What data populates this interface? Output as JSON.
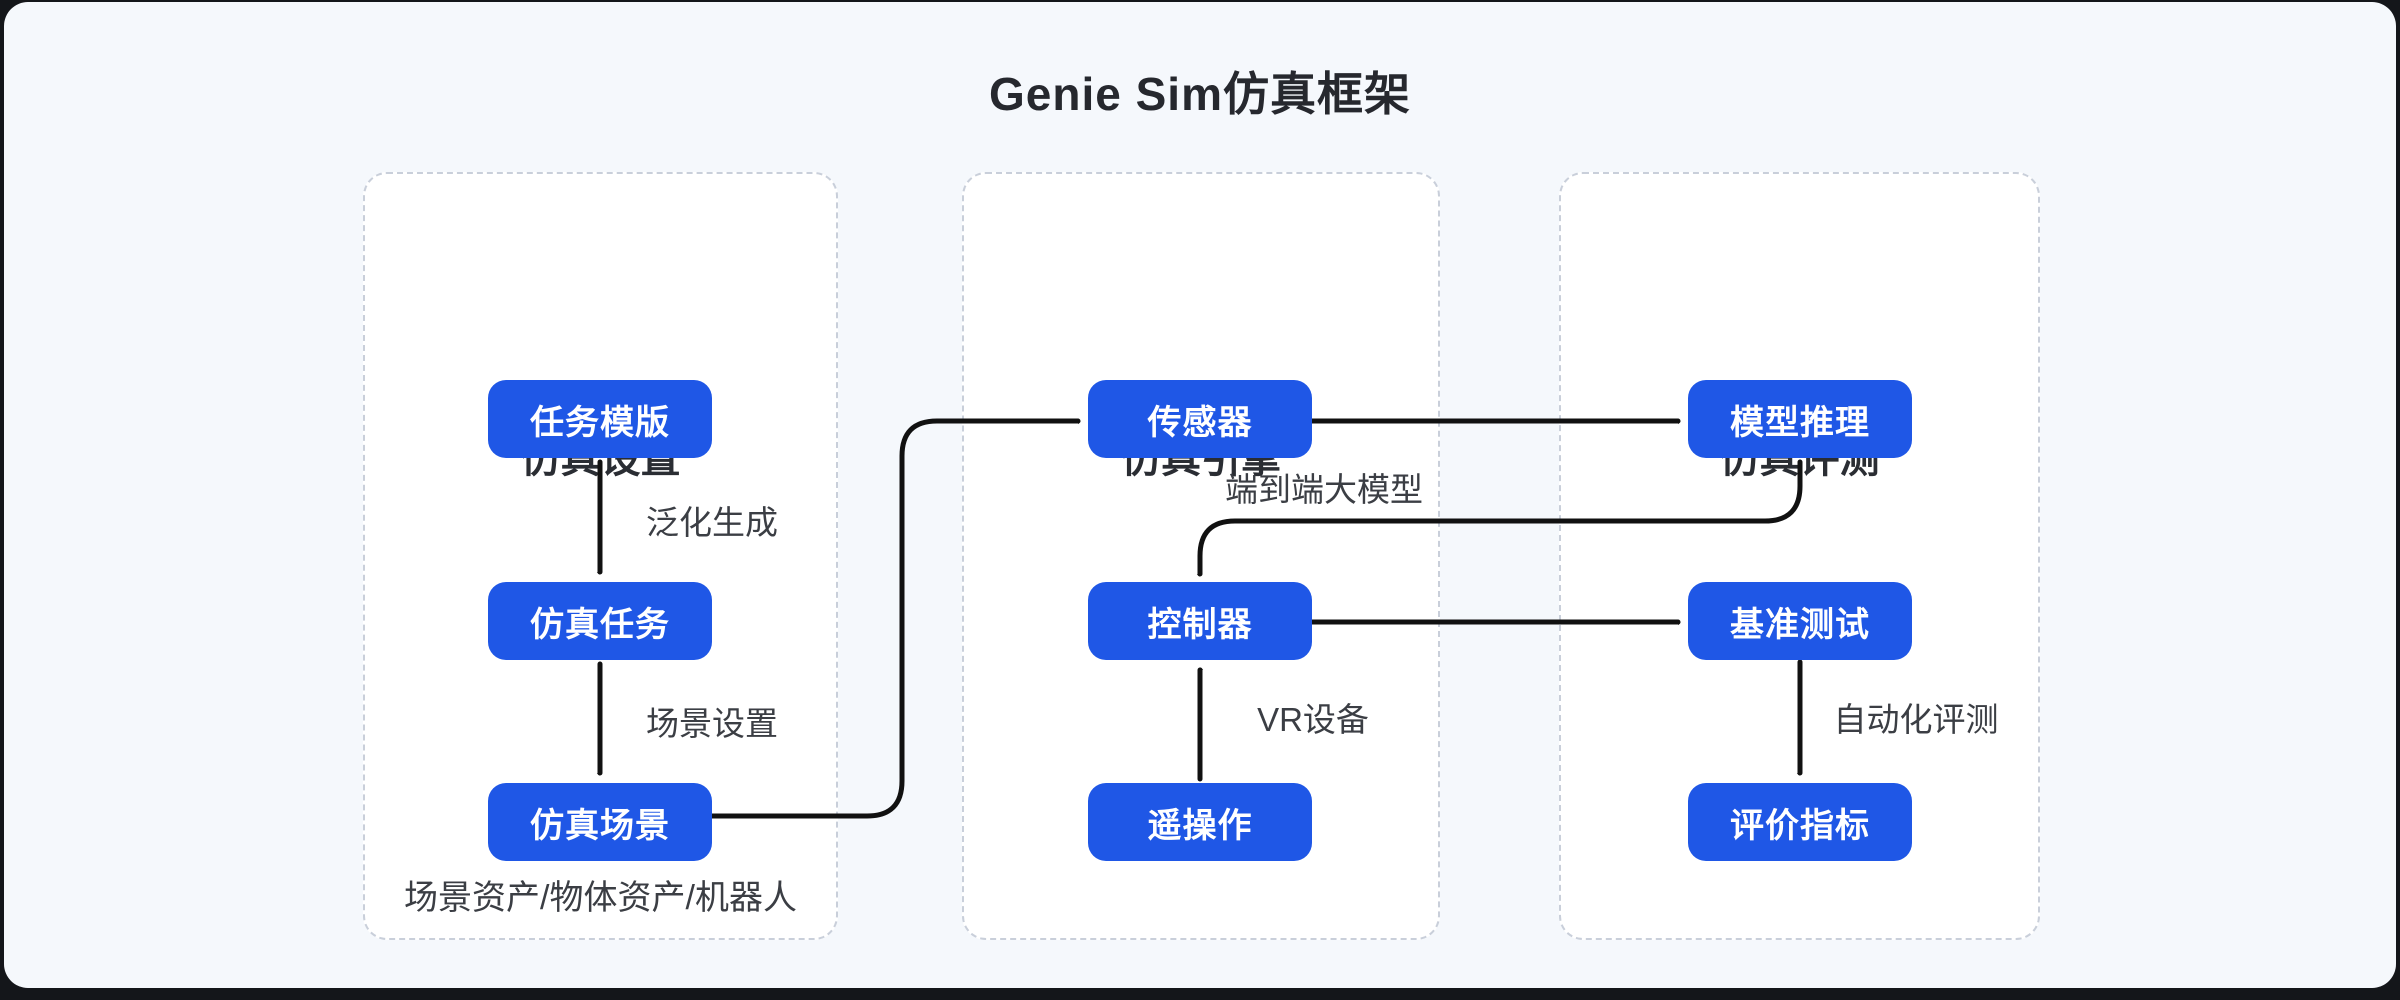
{
  "title": "Genie Sim仿真框架",
  "panels": [
    {
      "header": "仿真设置",
      "boxes": [
        "任务模版",
        "仿真任务",
        "仿真场景"
      ],
      "caption": "场景资产/物体资产/机器人"
    },
    {
      "header": "仿真引擎",
      "boxes": [
        "传感器",
        "控制器",
        "遥操作"
      ]
    },
    {
      "header": "仿真评测",
      "boxes": [
        "模型推理",
        "基准测试",
        "评价指标"
      ]
    }
  ],
  "edges": [
    {
      "from": "任务模版",
      "to": "仿真任务",
      "label": "泛化生成"
    },
    {
      "from": "仿真任务",
      "to": "仿真场景",
      "label": "场景设置"
    },
    {
      "from": "仿真场景",
      "to": "传感器",
      "label": ""
    },
    {
      "from": "传感器",
      "to": "模型推理",
      "label": ""
    },
    {
      "from": "模型推理",
      "to": "控制器",
      "label": "端到端大模型"
    },
    {
      "from": "遥操作",
      "to": "控制器",
      "label": "VR设备"
    },
    {
      "from": "控制器",
      "to": "基准测试",
      "label": ""
    },
    {
      "from": "基准测试",
      "to": "评价指标",
      "label": "自动化评测"
    }
  ],
  "colors": {
    "node_fill": "#1f57e6",
    "node_text": "#ffffff",
    "edge_stroke": "#111111",
    "panel_border": "#c9cfda",
    "panel_bg": "#ffffff",
    "card_bg": "#f5f8fc",
    "heading_text": "#26282e",
    "label_text": "#3b3e44"
  }
}
